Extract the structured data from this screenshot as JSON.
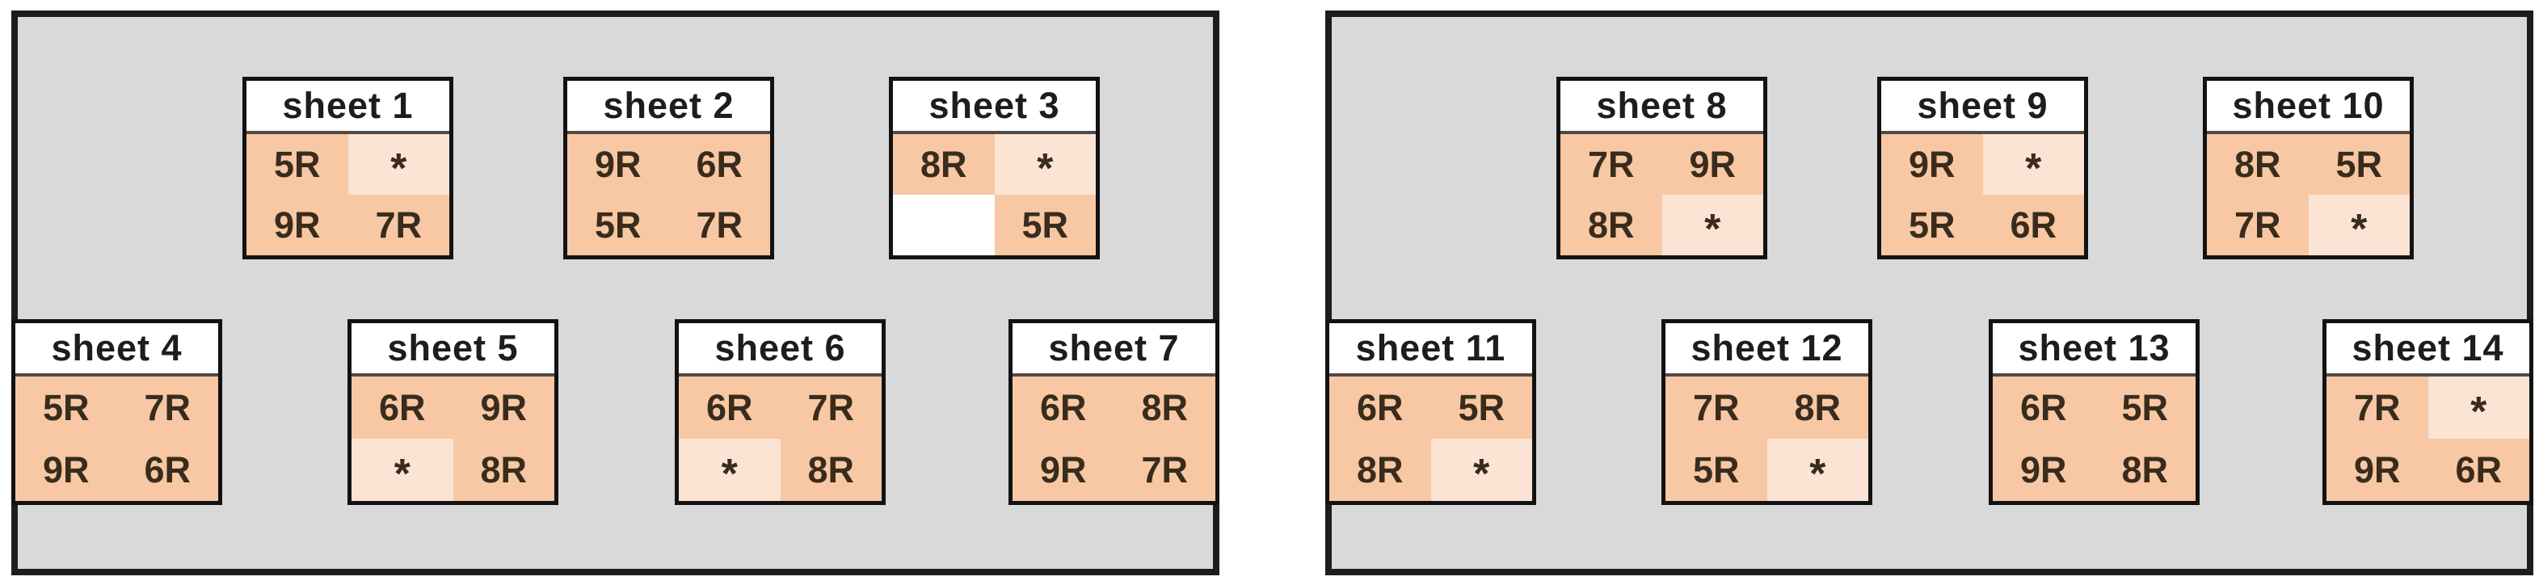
{
  "colors": {
    "page_bg": "#ffffff",
    "panel_bg": "#d9d9d9",
    "panel_border": "#1d1d1d",
    "sheet_border": "#121212",
    "header_bg": "#ffffff",
    "header_divider": "#4f4a45",
    "header_text": "#1c1c21",
    "cell_text": "#392c1d",
    "cell_orange": "#f7c8a3",
    "cell_light": "#fce4d4",
    "cell_white": "#ffffff"
  },
  "panels": [
    {
      "id": "left",
      "sheets": [
        {
          "title": "sheet 1",
          "cells": [
            {
              "v": "5R",
              "bg": "orange"
            },
            {
              "v": "*",
              "bg": "light"
            },
            {
              "v": "9R",
              "bg": "orange"
            },
            {
              "v": "7R",
              "bg": "orange"
            }
          ]
        },
        {
          "title": "sheet 2",
          "cells": [
            {
              "v": "9R",
              "bg": "orange"
            },
            {
              "v": "6R",
              "bg": "orange"
            },
            {
              "v": "5R",
              "bg": "orange"
            },
            {
              "v": "7R",
              "bg": "orange"
            }
          ]
        },
        {
          "title": "sheet 3",
          "cells": [
            {
              "v": "8R",
              "bg": "orange"
            },
            {
              "v": "*",
              "bg": "light"
            },
            {
              "v": "",
              "bg": "white"
            },
            {
              "v": "5R",
              "bg": "orange"
            }
          ]
        },
        {
          "title": "sheet 4",
          "cells": [
            {
              "v": "5R",
              "bg": "orange"
            },
            {
              "v": "7R",
              "bg": "orange"
            },
            {
              "v": "9R",
              "bg": "orange"
            },
            {
              "v": "6R",
              "bg": "orange"
            }
          ]
        },
        {
          "title": "sheet 5",
          "cells": [
            {
              "v": "6R",
              "bg": "orange"
            },
            {
              "v": "9R",
              "bg": "orange"
            },
            {
              "v": "*",
              "bg": "light"
            },
            {
              "v": "8R",
              "bg": "orange"
            }
          ]
        },
        {
          "title": "sheet 6",
          "cells": [
            {
              "v": "6R",
              "bg": "orange"
            },
            {
              "v": "7R",
              "bg": "orange"
            },
            {
              "v": "*",
              "bg": "light"
            },
            {
              "v": "8R",
              "bg": "orange"
            }
          ]
        },
        {
          "title": "sheet 7",
          "cells": [
            {
              "v": "6R",
              "bg": "orange"
            },
            {
              "v": "8R",
              "bg": "orange"
            },
            {
              "v": "9R",
              "bg": "orange"
            },
            {
              "v": "7R",
              "bg": "orange"
            }
          ]
        }
      ]
    },
    {
      "id": "right",
      "sheets": [
        {
          "title": "sheet 8",
          "cells": [
            {
              "v": "7R",
              "bg": "orange"
            },
            {
              "v": "9R",
              "bg": "orange"
            },
            {
              "v": "8R",
              "bg": "orange"
            },
            {
              "v": "*",
              "bg": "light"
            }
          ]
        },
        {
          "title": "sheet 9",
          "cells": [
            {
              "v": "9R",
              "bg": "orange"
            },
            {
              "v": "*",
              "bg": "light"
            },
            {
              "v": "5R",
              "bg": "orange"
            },
            {
              "v": "6R",
              "bg": "orange"
            }
          ]
        },
        {
          "title": "sheet 10",
          "cells": [
            {
              "v": "8R",
              "bg": "orange"
            },
            {
              "v": "5R",
              "bg": "orange"
            },
            {
              "v": "7R",
              "bg": "orange"
            },
            {
              "v": "*",
              "bg": "light"
            }
          ]
        },
        {
          "title": "sheet 11",
          "cells": [
            {
              "v": "6R",
              "bg": "orange"
            },
            {
              "v": "5R",
              "bg": "orange"
            },
            {
              "v": "8R",
              "bg": "orange"
            },
            {
              "v": "*",
              "bg": "light"
            }
          ]
        },
        {
          "title": "sheet 12",
          "cells": [
            {
              "v": "7R",
              "bg": "orange"
            },
            {
              "v": "8R",
              "bg": "orange"
            },
            {
              "v": "5R",
              "bg": "orange"
            },
            {
              "v": "*",
              "bg": "light"
            }
          ]
        },
        {
          "title": "sheet 13",
          "cells": [
            {
              "v": "6R",
              "bg": "orange"
            },
            {
              "v": "5R",
              "bg": "orange"
            },
            {
              "v": "9R",
              "bg": "orange"
            },
            {
              "v": "8R",
              "bg": "orange"
            }
          ]
        },
        {
          "title": "sheet 14",
          "cells": [
            {
              "v": "7R",
              "bg": "orange"
            },
            {
              "v": "*",
              "bg": "light"
            },
            {
              "v": "9R",
              "bg": "orange"
            },
            {
              "v": "6R",
              "bg": "orange"
            }
          ]
        }
      ]
    }
  ]
}
